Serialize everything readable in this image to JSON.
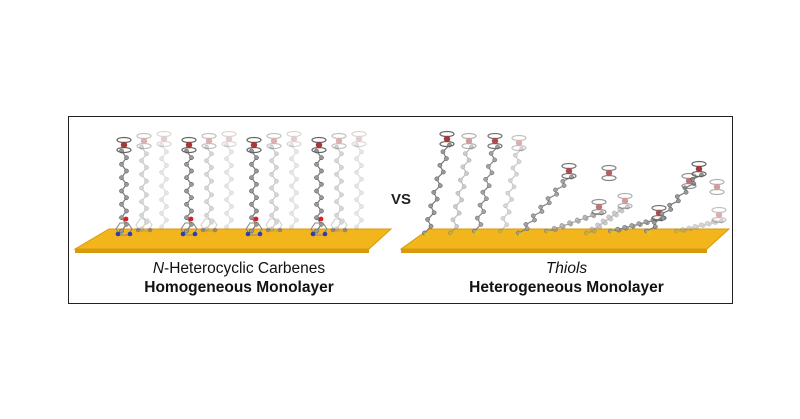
{
  "comparison": {
    "vs": "VS",
    "left": {
      "prefix_italic": "N",
      "line1_rest": "-Heterocyclic Carbenes",
      "line2": "Homogeneous Monolayer"
    },
    "right": {
      "line1_italic": "Thiols",
      "line2": "Heterogeneous Monolayer"
    }
  },
  "colors": {
    "gold_surface": "#f2b51c",
    "gold_edge": "#d79a0c",
    "carbon": "#9a9a9a",
    "ferrocene": "#a23a3a",
    "nitrogen": "#2d3fb0",
    "oxygen": "#d42020",
    "sulfur": "#e6c21a"
  },
  "icons": [
    "gold-surface-icon",
    "molecule-chain-icon",
    "ferrocene-icon"
  ]
}
